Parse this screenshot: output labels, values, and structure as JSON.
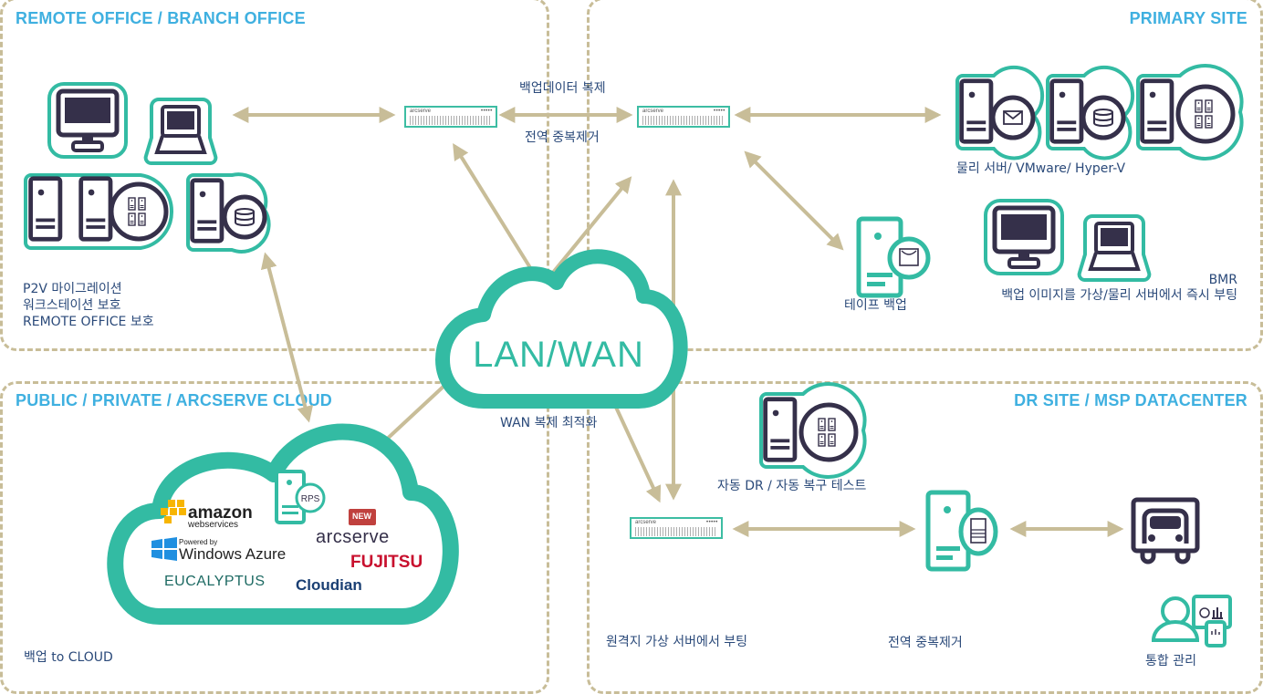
{
  "zones": {
    "remote_office": {
      "title": "REMOTE OFFICE / BRANCH OFFICE",
      "caption_lines": [
        "P2V 마이그레이션",
        "워크스테이션 보호",
        "REMOTE OFFICE 보호"
      ]
    },
    "primary_site": {
      "title": "PRIMARY SITE",
      "servers_caption": "물리 서버/ VMware/ Hyper-V",
      "tape_caption": "테이프 백업",
      "bmr_label": "BMR",
      "bmr_caption": "백업 이미지를 가상/물리 서버에서 즉시 부팅"
    },
    "cloud": {
      "title": "PUBLIC / PRIVATE / ARCSERVE CLOUD",
      "caption": "백업 to CLOUD",
      "rps_label": "RPS",
      "new_badge": "NEW",
      "logos": {
        "amazon": "amazon",
        "amazon_sub": "webservices",
        "azure_pre": "Powered by",
        "azure": "Windows Azure",
        "arcserve": "arcserve",
        "fujitsu": "FUJITSU",
        "eucalyptus": "EUCALYPTUS",
        "cloudian": "Cloudian"
      }
    },
    "dr_site": {
      "title": "DR SITE / MSP DATACENTER",
      "auto_dr_caption": "자동 DR / 자동 복구 테스트",
      "remote_boot_caption": "원격지 가상 서버에서 부팅",
      "dedup_caption": "전역 중복제거",
      "mgmt_caption": "통합 관리"
    }
  },
  "center": {
    "cloud_label": "LAN/WAN",
    "wan_caption": "WAN 복제 최적화",
    "replication_label": "백업데이터 복제",
    "dedup_label": "전역 중복제거"
  },
  "appliance": {
    "brand": "arcserve",
    "dots": "•••••"
  },
  "colors": {
    "teal": "#33bba3",
    "navy": "#35304a",
    "arrow": "#c8bd98",
    "title_blue": "#3fb0e0",
    "text_blue": "#2b4a7a"
  }
}
